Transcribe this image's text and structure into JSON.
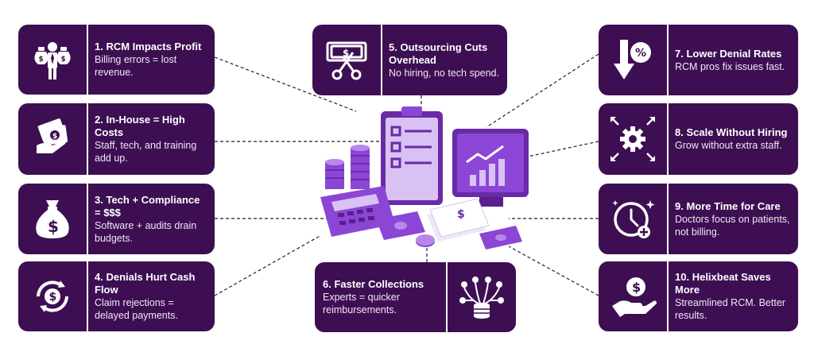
{
  "cards": [
    {
      "number": "1.",
      "title": "RCM Impacts Profit",
      "desc": "Billing errors = lost revenue.",
      "icon": "money-bags-person-icon"
    },
    {
      "number": "2.",
      "title": "In-House = High Costs",
      "desc": "Staff, tech, and training add up.",
      "icon": "cash-in-hand-icon"
    },
    {
      "number": "3.",
      "title": "Tech + Compliance = $$$",
      "desc": "Software + audits drain budgets.",
      "icon": "money-bag-icon"
    },
    {
      "number": "4.",
      "title": "Denials Hurt Cash Flow",
      "desc": "Claim rejections = delayed payments.",
      "icon": "dollar-cycle-icon"
    },
    {
      "number": "5.",
      "title": "Outsourcing Cuts Overhead",
      "desc": "No hiring, no tech spend.",
      "icon": "scissors-banknote-icon"
    },
    {
      "number": "6.",
      "title": "Faster Collections",
      "desc": "Experts = quicker reimbursements.",
      "icon": "database-network-icon"
    },
    {
      "number": "7.",
      "title": "Lower Denial Rates",
      "desc": "RCM pros fix issues fast.",
      "icon": "percent-down-arrow-icon"
    },
    {
      "number": "8.",
      "title": "Scale Without Hiring",
      "desc": "Grow without extra staff.",
      "icon": "gear-expand-icon"
    },
    {
      "number": "9.",
      "title": "More Time for Care",
      "desc": "Doctors focus on patients, not billing.",
      "icon": "clock-plus-icon"
    },
    {
      "number": "10.",
      "title": "Helixbeat Saves More",
      "desc": "Streamlined RCM. Better results.",
      "icon": "dollar-hand-icon"
    }
  ],
  "illustration": {
    "icon": "finance-desk-illustration-icon",
    "receipt_symbol": "$"
  },
  "colors": {
    "card_bg": "#3d0f52",
    "accent": "#8b46d6",
    "accent_light": "#b987ea",
    "accent_dark": "#5a1f8a",
    "line": "#222222"
  }
}
